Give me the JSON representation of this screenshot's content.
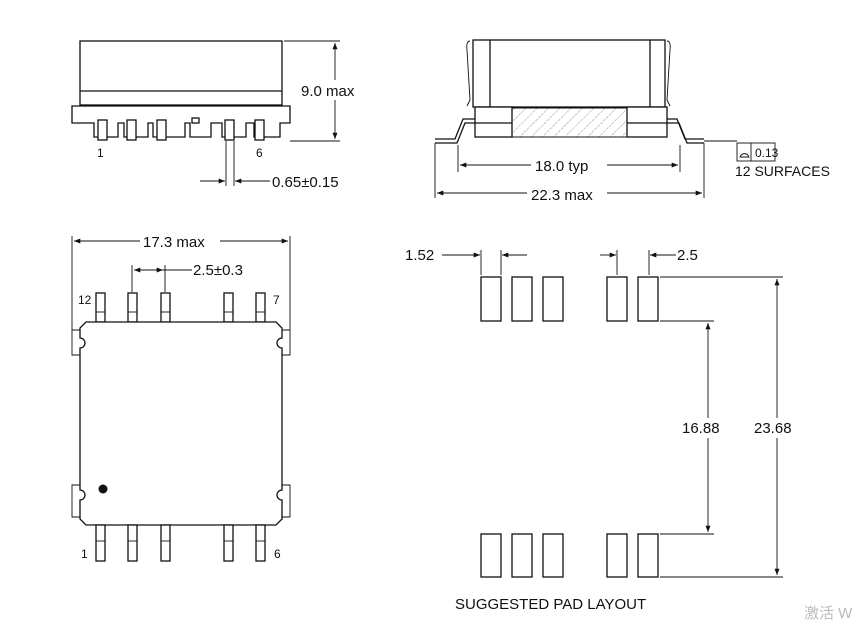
{
  "side_view": {
    "height_dim": "9.0 max",
    "pin_width_dim": "0.65±0.15",
    "pin_first": "1",
    "pin_last": "6"
  },
  "front_view": {
    "inner_span_dim": "18.0 typ",
    "overall_span_dim": "22.3 max",
    "coplanarity_value": "0.13",
    "coplanarity_note": "12 SURFACES"
  },
  "top_view": {
    "width_dim": "17.3 max",
    "pitch_dim": "2.5±0.3",
    "pin_top_left": "12",
    "pin_top_right": "7",
    "pin_bottom_left": "1",
    "pin_bottom_right": "6"
  },
  "pad_layout": {
    "pad_width_dim": "1.52",
    "pitch_dim": "2.5",
    "inner_span_dim": "16.88",
    "outer_span_dim": "23.68",
    "caption": "SUGGESTED PAD LAYOUT"
  },
  "watermark": "激活 W"
}
